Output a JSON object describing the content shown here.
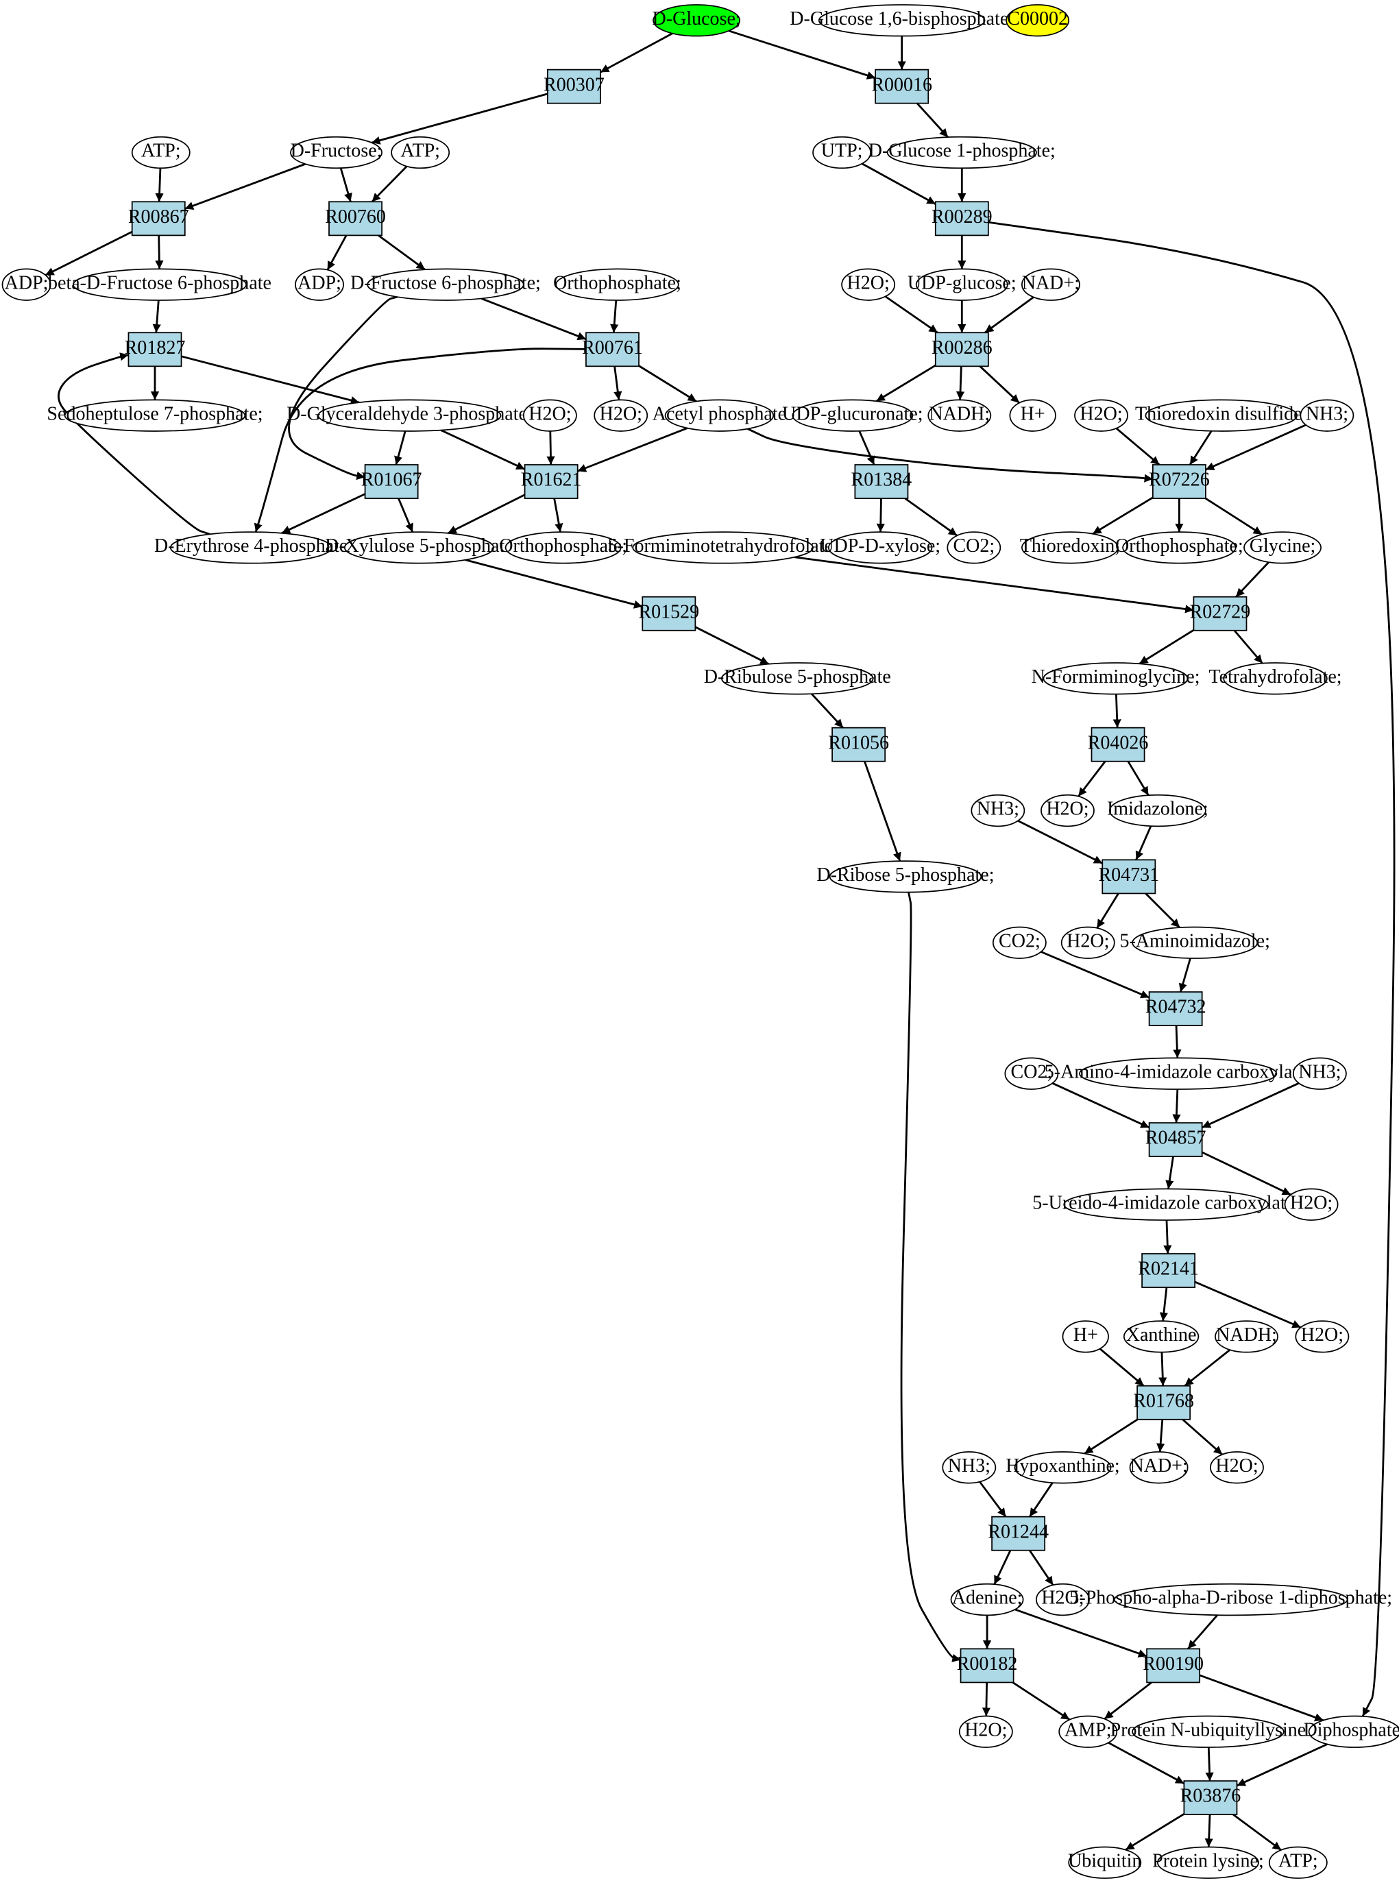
{
  "colors": {
    "reaction_fill": "#add8e6",
    "source_fill": "#00ff00",
    "target_fill": "#ffff00",
    "compound_fill": "#ffffff",
    "stroke": "#000000"
  },
  "nodes": [
    {
      "id": "glc",
      "label": "D-Glucose;",
      "type": "source"
    },
    {
      "id": "g16bp",
      "label": "D-Glucose 1,6-bisphosphate;",
      "type": "compound"
    },
    {
      "id": "c00002",
      "label": "C00002",
      "type": "target"
    },
    {
      "id": "R00307",
      "label": "R00307",
      "type": "reaction"
    },
    {
      "id": "R00016",
      "label": "R00016",
      "type": "reaction"
    },
    {
      "id": "atp1",
      "label": "ATP;",
      "type": "compound"
    },
    {
      "id": "fru",
      "label": "D-Fructose;",
      "type": "compound"
    },
    {
      "id": "atp2",
      "label": "ATP;",
      "type": "compound"
    },
    {
      "id": "utp",
      "label": "UTP;",
      "type": "compound"
    },
    {
      "id": "g1p",
      "label": "D-Glucose 1-phosphate;",
      "type": "compound"
    },
    {
      "id": "R00867",
      "label": "R00867",
      "type": "reaction"
    },
    {
      "id": "R00760",
      "label": "R00760",
      "type": "reaction"
    },
    {
      "id": "R00289",
      "label": "R00289",
      "type": "reaction"
    },
    {
      "id": "adp1",
      "label": "ADP;",
      "type": "compound"
    },
    {
      "id": "bf6p",
      "label": "beta-D-Fructose 6-phosphate",
      "type": "compound"
    },
    {
      "id": "adp2",
      "label": "ADP;",
      "type": "compound"
    },
    {
      "id": "f6p",
      "label": "D-Fructose 6-phosphate;",
      "type": "compound"
    },
    {
      "id": "pi1",
      "label": "Orthophosphate;",
      "type": "compound"
    },
    {
      "id": "h2o_a",
      "label": "H2O;",
      "type": "compound"
    },
    {
      "id": "udpglc",
      "label": "UDP-glucose;",
      "type": "compound"
    },
    {
      "id": "nad1",
      "label": "NAD+;",
      "type": "compound"
    },
    {
      "id": "R01827",
      "label": "R01827",
      "type": "reaction"
    },
    {
      "id": "R00761",
      "label": "R00761",
      "type": "reaction"
    },
    {
      "id": "R00286",
      "label": "R00286",
      "type": "reaction"
    },
    {
      "id": "s7p",
      "label": "Sedoheptulose 7-phosphate;",
      "type": "compound"
    },
    {
      "id": "gap",
      "label": "D-Glyceraldehyde 3-phosphate;",
      "type": "compound"
    },
    {
      "id": "h2o_b",
      "label": "H2O;",
      "type": "compound"
    },
    {
      "id": "h2o_c",
      "label": "H2O;",
      "type": "compound"
    },
    {
      "id": "acp",
      "label": "Acetyl phosphate",
      "type": "compound"
    },
    {
      "id": "udpglcu",
      "label": "UDP-glucuronate;",
      "type": "compound"
    },
    {
      "id": "nadh1",
      "label": "NADH;",
      "type": "compound"
    },
    {
      "id": "hplus1",
      "label": "H+",
      "type": "compound"
    },
    {
      "id": "h2o_d",
      "label": "H2O;",
      "type": "compound"
    },
    {
      "id": "trxss",
      "label": "Thioredoxin disulfide;",
      "type": "compound"
    },
    {
      "id": "nh3_a",
      "label": "NH3;",
      "type": "compound"
    },
    {
      "id": "R01067",
      "label": "R01067",
      "type": "reaction"
    },
    {
      "id": "R01621",
      "label": "R01621",
      "type": "reaction"
    },
    {
      "id": "R01384",
      "label": "R01384",
      "type": "reaction"
    },
    {
      "id": "R07226",
      "label": "R07226",
      "type": "reaction"
    },
    {
      "id": "e4p",
      "label": "D-Erythrose 4-phosphate",
      "type": "compound"
    },
    {
      "id": "x5p",
      "label": "D-Xylulose 5-phosphate",
      "type": "compound"
    },
    {
      "id": "pi2",
      "label": "Orthophosphate;",
      "type": "compound"
    },
    {
      "id": "fthf",
      "label": "5-Formiminotetrahydrofolate;",
      "type": "compound"
    },
    {
      "id": "udpxyl",
      "label": "UDP-D-xylose;",
      "type": "compound"
    },
    {
      "id": "co2_a",
      "label": "CO2;",
      "type": "compound"
    },
    {
      "id": "trx",
      "label": "Thioredoxin;",
      "type": "compound"
    },
    {
      "id": "pi3",
      "label": "Orthophosphate;",
      "type": "compound"
    },
    {
      "id": "gly",
      "label": "Glycine;",
      "type": "compound"
    },
    {
      "id": "R01529",
      "label": "R01529",
      "type": "reaction"
    },
    {
      "id": "R02729",
      "label": "R02729",
      "type": "reaction"
    },
    {
      "id": "ru5p",
      "label": "D-Ribulose 5-phosphate",
      "type": "compound"
    },
    {
      "id": "formgly",
      "label": "N-Formiminoglycine;",
      "type": "compound"
    },
    {
      "id": "thf",
      "label": "Tetrahydrofolate;",
      "type": "compound"
    },
    {
      "id": "R01056",
      "label": "R01056",
      "type": "reaction"
    },
    {
      "id": "R04026",
      "label": "R04026",
      "type": "reaction"
    },
    {
      "id": "nh3_b",
      "label": "NH3;",
      "type": "compound"
    },
    {
      "id": "h2o_e",
      "label": "H2O;",
      "type": "compound"
    },
    {
      "id": "imz",
      "label": "Imidazolone;",
      "type": "compound"
    },
    {
      "id": "r5p",
      "label": "D-Ribose 5-phosphate;",
      "type": "compound"
    },
    {
      "id": "R04731",
      "label": "R04731",
      "type": "reaction"
    },
    {
      "id": "co2_b",
      "label": "CO2;",
      "type": "compound"
    },
    {
      "id": "h2o_f",
      "label": "H2O;",
      "type": "compound"
    },
    {
      "id": "aimz",
      "label": "5-Aminoimidazole;",
      "type": "compound"
    },
    {
      "id": "R04732",
      "label": "R04732",
      "type": "reaction"
    },
    {
      "id": "co2_c",
      "label": "CO2;",
      "type": "compound"
    },
    {
      "id": "aic",
      "label": "5-Amino-4-imidazole carboxylate;",
      "type": "compound"
    },
    {
      "id": "nh3_c",
      "label": "NH3;",
      "type": "compound"
    },
    {
      "id": "R04857",
      "label": "R04857",
      "type": "reaction"
    },
    {
      "id": "uic",
      "label": "5-Ureido-4-imidazole carboxylate;",
      "type": "compound"
    },
    {
      "id": "h2o_g",
      "label": "H2O;",
      "type": "compound"
    },
    {
      "id": "R02141",
      "label": "R02141",
      "type": "reaction"
    },
    {
      "id": "hplus2",
      "label": "H+",
      "type": "compound"
    },
    {
      "id": "xan",
      "label": "Xanthine",
      "type": "compound"
    },
    {
      "id": "nadh2",
      "label": "NADH;",
      "type": "compound"
    },
    {
      "id": "h2o_h",
      "label": "H2O;",
      "type": "compound"
    },
    {
      "id": "R01768",
      "label": "R01768",
      "type": "reaction"
    },
    {
      "id": "nh3_d",
      "label": "NH3;",
      "type": "compound"
    },
    {
      "id": "hyp",
      "label": "Hypoxanthine;",
      "type": "compound"
    },
    {
      "id": "nad2",
      "label": "NAD+;",
      "type": "compound"
    },
    {
      "id": "h2o_i",
      "label": "H2O;",
      "type": "compound"
    },
    {
      "id": "R01244",
      "label": "R01244",
      "type": "reaction"
    },
    {
      "id": "ade",
      "label": "Adenine;",
      "type": "compound"
    },
    {
      "id": "h2o_j",
      "label": "H2O;",
      "type": "compound"
    },
    {
      "id": "prpp",
      "label": "5-Phospho-alpha-D-ribose 1-diphosphate;",
      "type": "compound"
    },
    {
      "id": "R00182",
      "label": "R00182",
      "type": "reaction"
    },
    {
      "id": "R00190",
      "label": "R00190",
      "type": "reaction"
    },
    {
      "id": "h2o_k",
      "label": "H2O;",
      "type": "compound"
    },
    {
      "id": "amp",
      "label": "AMP;",
      "type": "compound"
    },
    {
      "id": "pnub",
      "label": "Protein N-ubiquityllysine",
      "type": "compound"
    },
    {
      "id": "ppi",
      "label": "Diphosphate;",
      "type": "compound"
    },
    {
      "id": "R03876",
      "label": "R03876",
      "type": "reaction"
    },
    {
      "id": "ubq",
      "label": "Ubiquitin",
      "type": "compound"
    },
    {
      "id": "plys",
      "label": "Protein lysine;",
      "type": "compound"
    },
    {
      "id": "atp3",
      "label": "ATP;",
      "type": "compound"
    }
  ],
  "edges": [
    [
      "glc",
      "R00307"
    ],
    [
      "glc",
      "R00016"
    ],
    [
      "g16bp",
      "R00016"
    ],
    [
      "R00307",
      "fru"
    ],
    [
      "R00016",
      "g1p"
    ],
    [
      "atp1",
      "R00867"
    ],
    [
      "fru",
      "R00867"
    ],
    [
      "fru",
      "R00760"
    ],
    [
      "atp2",
      "R00760"
    ],
    [
      "utp",
      "R00289"
    ],
    [
      "g1p",
      "R00289"
    ],
    [
      "R00867",
      "adp1"
    ],
    [
      "R00867",
      "bf6p"
    ],
    [
      "R00760",
      "adp2"
    ],
    [
      "R00760",
      "f6p"
    ],
    [
      "R00289",
      "udpglc"
    ],
    [
      "R00289",
      "ppi"
    ],
    [
      "bf6p",
      "R01827"
    ],
    [
      "f6p",
      "R00761"
    ],
    [
      "pi1",
      "R00761"
    ],
    [
      "f6p",
      "R01067"
    ],
    [
      "h2o_a",
      "R00286"
    ],
    [
      "udpglc",
      "R00286"
    ],
    [
      "nad1",
      "R00286"
    ],
    [
      "R01827",
      "s7p"
    ],
    [
      "R01827",
      "gap"
    ],
    [
      "R00761",
      "h2o_c"
    ],
    [
      "R00761",
      "acp"
    ],
    [
      "R00761",
      "e4p"
    ],
    [
      "R00286",
      "udpglcu"
    ],
    [
      "R00286",
      "nadh1"
    ],
    [
      "R00286",
      "hplus1"
    ],
    [
      "gap",
      "R01067"
    ],
    [
      "gap",
      "R01621"
    ],
    [
      "h2o_b",
      "R01621"
    ],
    [
      "acp",
      "R01621"
    ],
    [
      "acp",
      "R07226"
    ],
    [
      "udpglcu",
      "R01384"
    ],
    [
      "h2o_d",
      "R07226"
    ],
    [
      "trxss",
      "R07226"
    ],
    [
      "nh3_a",
      "R07226"
    ],
    [
      "R01067",
      "e4p"
    ],
    [
      "R01067",
      "x5p"
    ],
    [
      "e4p",
      "R01827"
    ],
    [
      "R01621",
      "x5p"
    ],
    [
      "R01621",
      "pi2"
    ],
    [
      "R01384",
      "udpxyl"
    ],
    [
      "R01384",
      "co2_a"
    ],
    [
      "R07226",
      "trx"
    ],
    [
      "R07226",
      "pi3"
    ],
    [
      "R07226",
      "gly"
    ],
    [
      "x5p",
      "R01529"
    ],
    [
      "fthf",
      "R02729"
    ],
    [
      "gly",
      "R02729"
    ],
    [
      "R01529",
      "ru5p"
    ],
    [
      "R02729",
      "formgly"
    ],
    [
      "R02729",
      "thf"
    ],
    [
      "ru5p",
      "R01056"
    ],
    [
      "formgly",
      "R04026"
    ],
    [
      "R01056",
      "r5p"
    ],
    [
      "R04026",
      "h2o_e"
    ],
    [
      "R04026",
      "imz"
    ],
    [
      "nh3_b",
      "R04731"
    ],
    [
      "imz",
      "R04731"
    ],
    [
      "R04731",
      "h2o_f"
    ],
    [
      "R04731",
      "aimz"
    ],
    [
      "co2_b",
      "R04732"
    ],
    [
      "aimz",
      "R04732"
    ],
    [
      "R04732",
      "aic"
    ],
    [
      "co2_c",
      "R04857"
    ],
    [
      "aic",
      "R04857"
    ],
    [
      "nh3_c",
      "R04857"
    ],
    [
      "R04857",
      "uic"
    ],
    [
      "R04857",
      "h2o_g"
    ],
    [
      "uic",
      "R02141"
    ],
    [
      "R02141",
      "xan"
    ],
    [
      "R02141",
      "h2o_h"
    ],
    [
      "hplus2",
      "R01768"
    ],
    [
      "xan",
      "R01768"
    ],
    [
      "nadh2",
      "R01768"
    ],
    [
      "R01768",
      "hyp"
    ],
    [
      "R01768",
      "nad2"
    ],
    [
      "R01768",
      "h2o_i"
    ],
    [
      "nh3_d",
      "R01244"
    ],
    [
      "hyp",
      "R01244"
    ],
    [
      "R01244",
      "ade"
    ],
    [
      "R01244",
      "h2o_j"
    ],
    [
      "r5p",
      "R00182"
    ],
    [
      "ade",
      "R00182"
    ],
    [
      "ade",
      "R00190"
    ],
    [
      "prpp",
      "R00190"
    ],
    [
      "R00182",
      "h2o_k"
    ],
    [
      "R00182",
      "amp"
    ],
    [
      "R00190",
      "amp"
    ],
    [
      "R00190",
      "ppi"
    ],
    [
      "amp",
      "R03876"
    ],
    [
      "pnub",
      "R03876"
    ],
    [
      "ppi",
      "R03876"
    ],
    [
      "R03876",
      "ubq"
    ],
    [
      "R03876",
      "plys"
    ],
    [
      "R03876",
      "atp3"
    ]
  ]
}
